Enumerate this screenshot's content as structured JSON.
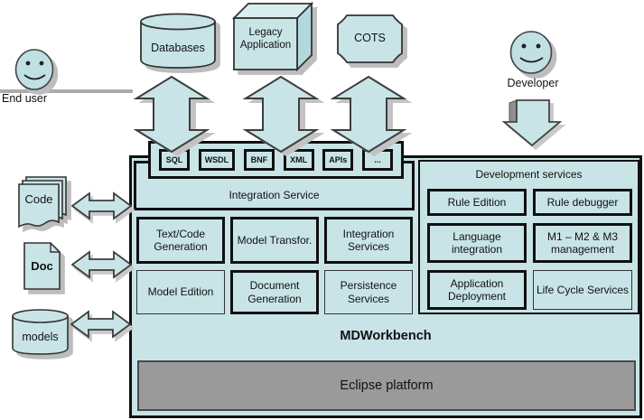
{
  "actors": {
    "end_user": {
      "label": "End user"
    },
    "developer": {
      "label": "Developer"
    }
  },
  "external_systems": {
    "databases": "Databases",
    "legacy_application": "Legacy Application",
    "cots": "COTS"
  },
  "artifacts": {
    "code": "Code",
    "doc": "Doc",
    "models": "models"
  },
  "workbench": {
    "label": "MDWorkbench",
    "platform_label": "Eclipse platform",
    "integration_service_label": "Integration Service",
    "protocols": [
      "SQL",
      "WSDL",
      "BNF",
      "XML",
      "APIs",
      "..."
    ],
    "core_services": [
      {
        "label": "Text/Code Generation",
        "emphasis": true
      },
      {
        "label": "Model Transfor.",
        "emphasis": true
      },
      {
        "label": "Integration Services",
        "emphasis": true
      },
      {
        "label": "Model Edition",
        "emphasis": false
      },
      {
        "label": "Document Generation",
        "emphasis": true
      },
      {
        "label": "Persistence Services",
        "emphasis": false
      }
    ],
    "development_services": {
      "title": "Development services",
      "items": [
        {
          "label": "Rule Edition",
          "emphasis": true
        },
        {
          "label": "Rule debugger",
          "emphasis": true
        },
        {
          "label": "Language integration",
          "emphasis": true
        },
        {
          "label": "M1 – M2 & M3 management",
          "emphasis": true
        },
        {
          "label": "Application Deployment",
          "emphasis": true
        },
        {
          "label": "Life Cycle Services",
          "emphasis": false
        }
      ]
    }
  },
  "colors": {
    "shape_fill": "#c8e4e7",
    "cube_top_fill": "#daeef0",
    "cube_side_fill": "#b2d8dd",
    "border": "#101010",
    "platform_fill": "#9a9a9a",
    "shadow": "#bdbdbd"
  }
}
